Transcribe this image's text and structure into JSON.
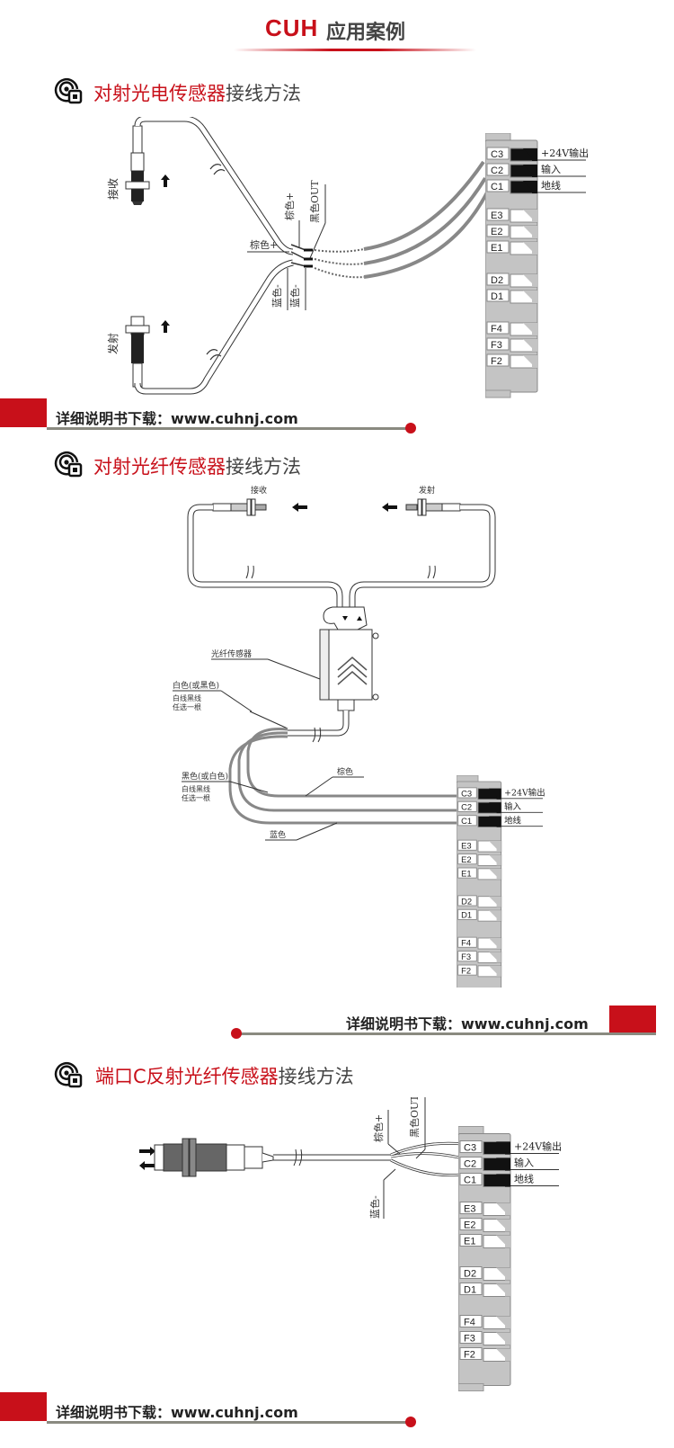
{
  "header": {
    "brand": "CUH",
    "title": "应用案例"
  },
  "download": {
    "label": "详细说明书下载：",
    "url": "www.cuhnj.com"
  },
  "sections": [
    {
      "title_red": "对射光电传感器",
      "title_gray": "接线方法",
      "labels": {
        "receiver": "接收",
        "emitter": "发射",
        "brown_plus": "棕色+",
        "black_out": "黑色OUT",
        "blue_minus": "蓝色-"
      }
    },
    {
      "title_red": "对射光纤传感器",
      "title_gray": "接线方法",
      "labels": {
        "receiver": "接收",
        "emitter": "发射",
        "fiber_sensor": "光纤传感器",
        "white_or_black": "白色(或黑色)",
        "black_or_white": "黑色(或白色)",
        "pick_one_line1": "白线黑线",
        "pick_one_line2": "任选一根",
        "brown": "棕色",
        "blue": "蓝色"
      }
    },
    {
      "title_red": "端口C反射光纤传感器",
      "title_gray": "接线方法",
      "labels": {
        "brown_plus": "棕色+",
        "black_out": "黑色OUT",
        "blue_minus": "蓝色-"
      }
    }
  ],
  "terminal_block": {
    "terminals": [
      "C3",
      "C2",
      "C1",
      "E3",
      "E2",
      "E1",
      "D2",
      "D1",
      "F4",
      "F3",
      "F2"
    ],
    "callouts": [
      "+24V输出",
      "输入",
      "地线"
    ]
  },
  "colors": {
    "accent": "#c8101a",
    "terminal_gray": "#c4c4c4",
    "wire_gray": "#8a8a8a"
  }
}
